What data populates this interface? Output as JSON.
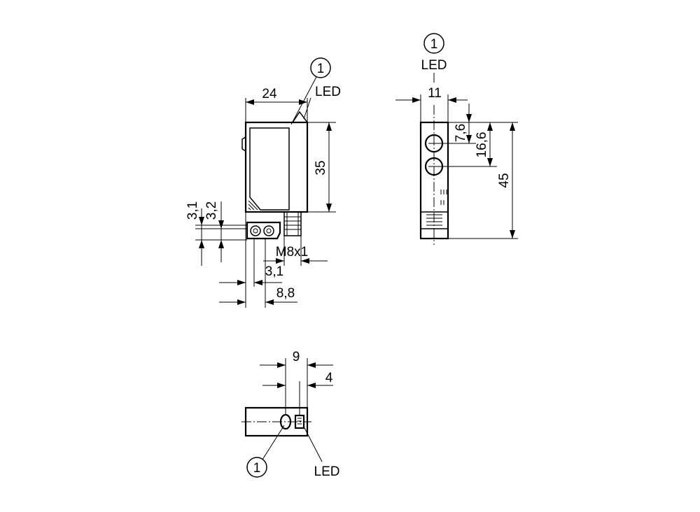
{
  "callout_number": "1",
  "led_label": "LED",
  "dimensions": {
    "width_24": "24",
    "height_35": "35",
    "offset_3_1_vertical": "3,1",
    "offset_3_2": "3,2",
    "thread": "M8x1",
    "offset_3_1_horizontal": "3,1",
    "offset_8_8": "8,8",
    "width_11": "11",
    "pos_7_6": "7,6",
    "pos_16_6": "16,6",
    "height_45": "45",
    "width_9": "9",
    "width_4": "4"
  }
}
